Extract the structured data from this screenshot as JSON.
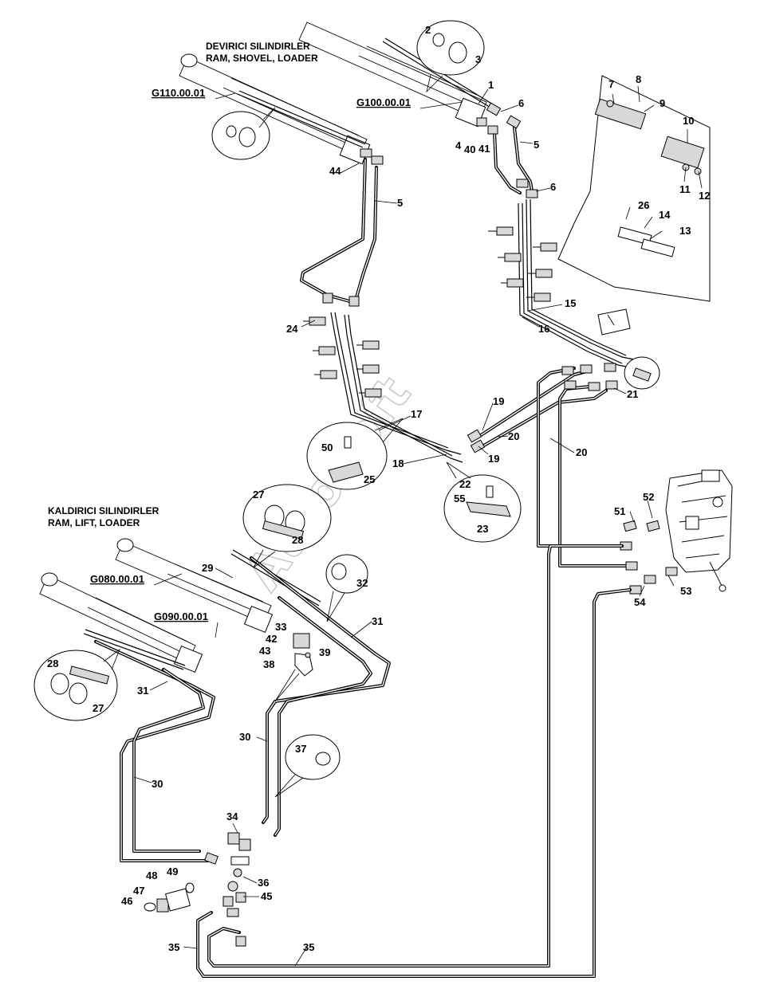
{
  "headings": {
    "tilt_line1": "DEVIRICI SILINDIRLER",
    "tilt_line2": "RAM, SHOVEL, LOADER",
    "lift_line1": "KALDIRICI SILINDIRLER",
    "lift_line2": "RAM, LIFT, LOADER"
  },
  "references": [
    "G110.00.01",
    "G100.00.01",
    "G080.00.01",
    "G090.00.01"
  ],
  "watermark": "AutoSoft",
  "part_numbers": [
    "1",
    "2",
    "3",
    "4",
    "40",
    "41",
    "5",
    "5",
    "6",
    "6",
    "7",
    "8",
    "9",
    "10",
    "11",
    "12",
    "13",
    "14",
    "26",
    "15",
    "16",
    "24",
    "17",
    "18",
    "19",
    "19",
    "20",
    "20",
    "21",
    "22",
    "55",
    "23",
    "50",
    "25",
    "27",
    "28",
    "27",
    "28",
    "29",
    "32",
    "31",
    "31",
    "33",
    "42",
    "43",
    "39",
    "38",
    "30",
    "30",
    "37",
    "34",
    "36",
    "45",
    "48",
    "49",
    "47",
    "46",
    "35",
    "35",
    "51",
    "52",
    "53",
    "54",
    "44"
  ]
}
